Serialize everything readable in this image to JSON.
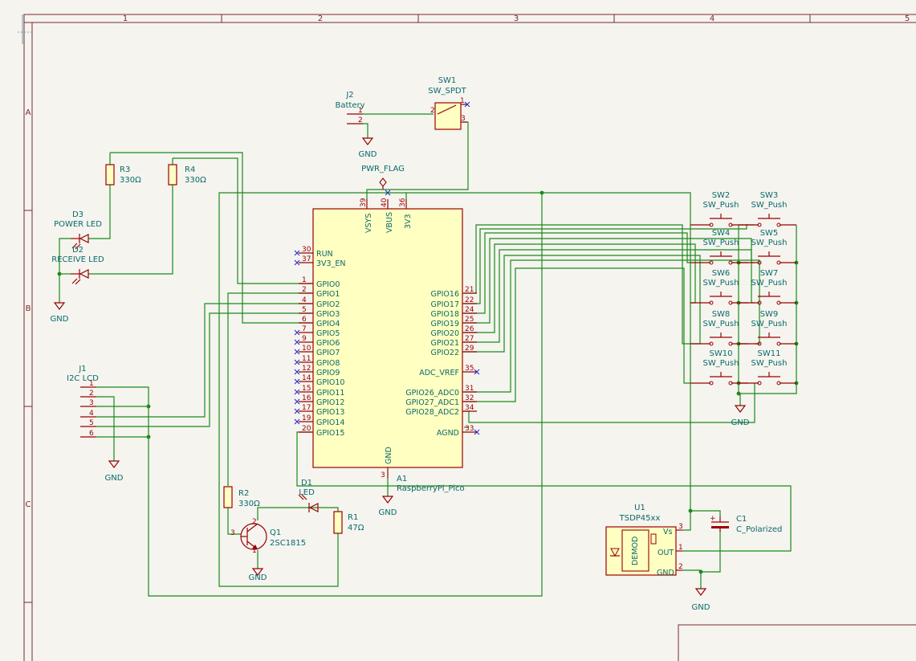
{
  "border": {
    "cols": [
      "1",
      "2",
      "3",
      "4",
      "5"
    ],
    "rows": [
      "A",
      "B",
      "C"
    ]
  },
  "components": {
    "J2": {
      "ref": "J2",
      "value": "Battery",
      "pins": [
        "1",
        "2"
      ]
    },
    "SW1": {
      "ref": "SW1",
      "value": "SW_SPDT",
      "pins": [
        "1",
        "2",
        "3"
      ]
    },
    "pwr_flag": "PWR_FLAG",
    "gnd": "GND",
    "R3": {
      "ref": "R3",
      "value": "330Ω"
    },
    "R4": {
      "ref": "R4",
      "value": "330Ω"
    },
    "D3": {
      "ref": "D3",
      "value": "POWER LED"
    },
    "D2": {
      "ref": "D2",
      "value": "RECEIVE LED"
    },
    "J1": {
      "ref": "J1",
      "value": "I2C LCD",
      "pins": [
        "1",
        "2",
        "3",
        "4",
        "5",
        "6"
      ]
    },
    "A1": {
      "ref": "A1",
      "value": "RaspberryPi_Pico"
    },
    "R2": {
      "ref": "R2",
      "value": "330Ω"
    },
    "Q1": {
      "ref": "Q1",
      "value": "2SC1815",
      "pins": [
        "1",
        "2",
        "3"
      ]
    },
    "D1": {
      "ref": "D1",
      "value": "LED"
    },
    "R1": {
      "ref": "R1",
      "value": "47Ω"
    },
    "U1": {
      "ref": "U1",
      "value": "TSDP45xx",
      "block": "DEMOD",
      "vs": "Vs",
      "out": "OUT",
      "gnd": "GND",
      "pins": [
        "3",
        "1",
        "2"
      ]
    },
    "C1": {
      "ref": "C1",
      "value": "C_Polarized"
    }
  },
  "pico": {
    "top_pins": [
      {
        "num": "39",
        "name": "VSYS"
      },
      {
        "num": "40",
        "name": "VBUS"
      },
      {
        "num": "36",
        "name": "3V3"
      }
    ],
    "left_pins": [
      {
        "num": "30",
        "name": "RUN"
      },
      {
        "num": "37",
        "name": "3V3_EN"
      },
      {
        "num": "1",
        "name": "GPIO0"
      },
      {
        "num": "2",
        "name": "GPIO1"
      },
      {
        "num": "4",
        "name": "GPIO2"
      },
      {
        "num": "5",
        "name": "GPIO3"
      },
      {
        "num": "6",
        "name": "GPIO4"
      },
      {
        "num": "7",
        "name": "GPIO5"
      },
      {
        "num": "9",
        "name": "GPIO6"
      },
      {
        "num": "10",
        "name": "GPIO7"
      },
      {
        "num": "11",
        "name": "GPIO8"
      },
      {
        "num": "12",
        "name": "GPIO9"
      },
      {
        "num": "14",
        "name": "GPIO10"
      },
      {
        "num": "15",
        "name": "GPIO11"
      },
      {
        "num": "16",
        "name": "GPIO12"
      },
      {
        "num": "17",
        "name": "GPIO13"
      },
      {
        "num": "19",
        "name": "GPIO14"
      },
      {
        "num": "20",
        "name": "GPIO15"
      }
    ],
    "right_pins": [
      {
        "num": "21",
        "name": "GPIO16"
      },
      {
        "num": "22",
        "name": "GPIO17"
      },
      {
        "num": "24",
        "name": "GPIO18"
      },
      {
        "num": "25",
        "name": "GPIO19"
      },
      {
        "num": "26",
        "name": "GPIO20"
      },
      {
        "num": "27",
        "name": "GPIO21"
      },
      {
        "num": "29",
        "name": "GPIO22"
      },
      {
        "num": "35",
        "name": "ADC_VREF"
      },
      {
        "num": "31",
        "name": "GPIO26_ADC0"
      },
      {
        "num": "32",
        "name": "GPIO27_ADC1"
      },
      {
        "num": "34",
        "name": "GPIO28_ADC2"
      },
      {
        "num": "33",
        "name": "AGND"
      }
    ],
    "bottom_pin": {
      "num": "3",
      "name": "GND"
    }
  },
  "switches": [
    {
      "ref": "SW2",
      "value": "SW_Push"
    },
    {
      "ref": "SW3",
      "value": "SW_Push"
    },
    {
      "ref": "SW4",
      "value": "SW_Push"
    },
    {
      "ref": "SW5",
      "value": "SW_Push"
    },
    {
      "ref": "SW6",
      "value": "SW_Push"
    },
    {
      "ref": "SW7",
      "value": "SW_Push"
    },
    {
      "ref": "SW8",
      "value": "SW_Push"
    },
    {
      "ref": "SW9",
      "value": "SW_Push"
    },
    {
      "ref": "SW10",
      "value": "SW_Push"
    },
    {
      "ref": "SW11",
      "value": "SW_Push"
    }
  ]
}
